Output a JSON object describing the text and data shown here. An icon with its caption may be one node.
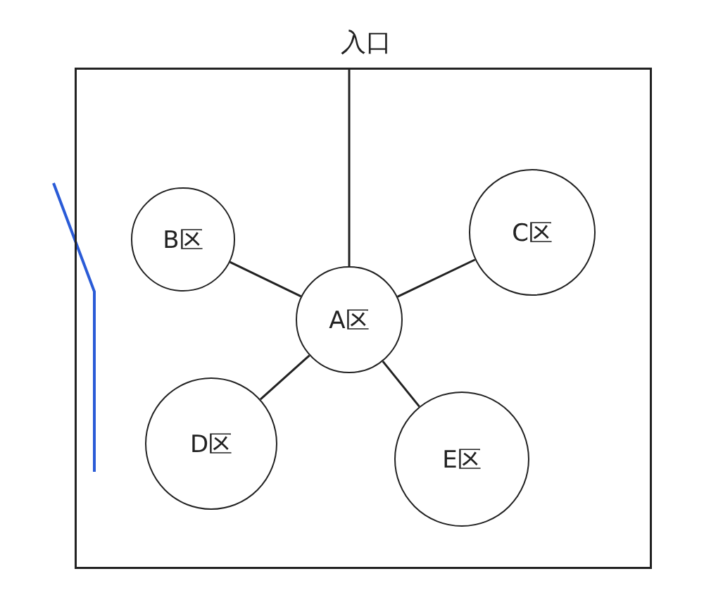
{
  "diagram": {
    "nodes": [
      {
        "text": [
          "入口"
        ]
      },
      {
        "text": [
          "B区"
        ],
        "in": 0
      },
      {
        "text": [
          "C区"
        ],
        "in": 0
      },
      {
        "text": [
          "A区"
        ],
        "in": 0
      },
      {
        "text": [
          "D区"
        ],
        "in": 0
      },
      {
        "text": [
          "E区"
        ],
        "in": 0
      }
    ],
    "edges": [
      {
        "from": 3,
        "to": 0,
        "arrow": "none"
      },
      {
        "from": 3,
        "to": 1,
        "arrow": "none"
      },
      {
        "from": 3,
        "to": 2,
        "arrow": "none"
      },
      {
        "from": 3,
        "to": 4,
        "arrow": "none"
      },
      {
        "from": 3,
        "to": 5,
        "arrow": "none"
      }
    ]
  }
}
